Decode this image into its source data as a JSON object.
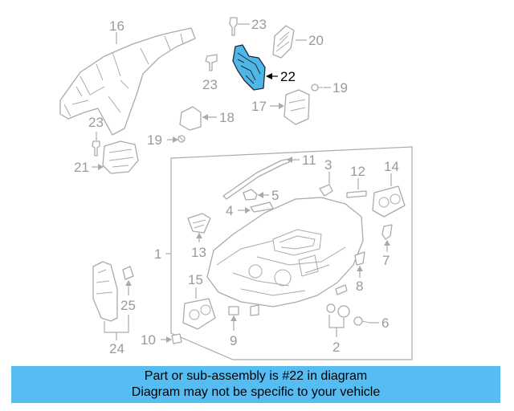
{
  "diagram": {
    "labels": {
      "p1": "1",
      "p2": "2",
      "p3": "3",
      "p4": "4",
      "p5": "5",
      "p6": "6",
      "p7": "7",
      "p8": "8",
      "p9": "9",
      "p10": "10",
      "p11": "11",
      "p12": "12",
      "p13": "13",
      "p14": "14",
      "p15": "15",
      "p16": "16",
      "p17": "17",
      "p18": "18",
      "p19a": "19",
      "p19b": "19",
      "p20": "20",
      "p21": "21",
      "p22": "22",
      "p23a": "23",
      "p23b": "23",
      "p23c": "23",
      "p24": "24",
      "p25": "25"
    },
    "highlight_color": "#4fb7e6",
    "line_color": "#aaaaaa"
  },
  "caption": {
    "line1": "Part or sub-assembly is #22 in diagram",
    "line2": "Diagram may not be specific to your vehicle",
    "background": "#56bdf2"
  }
}
